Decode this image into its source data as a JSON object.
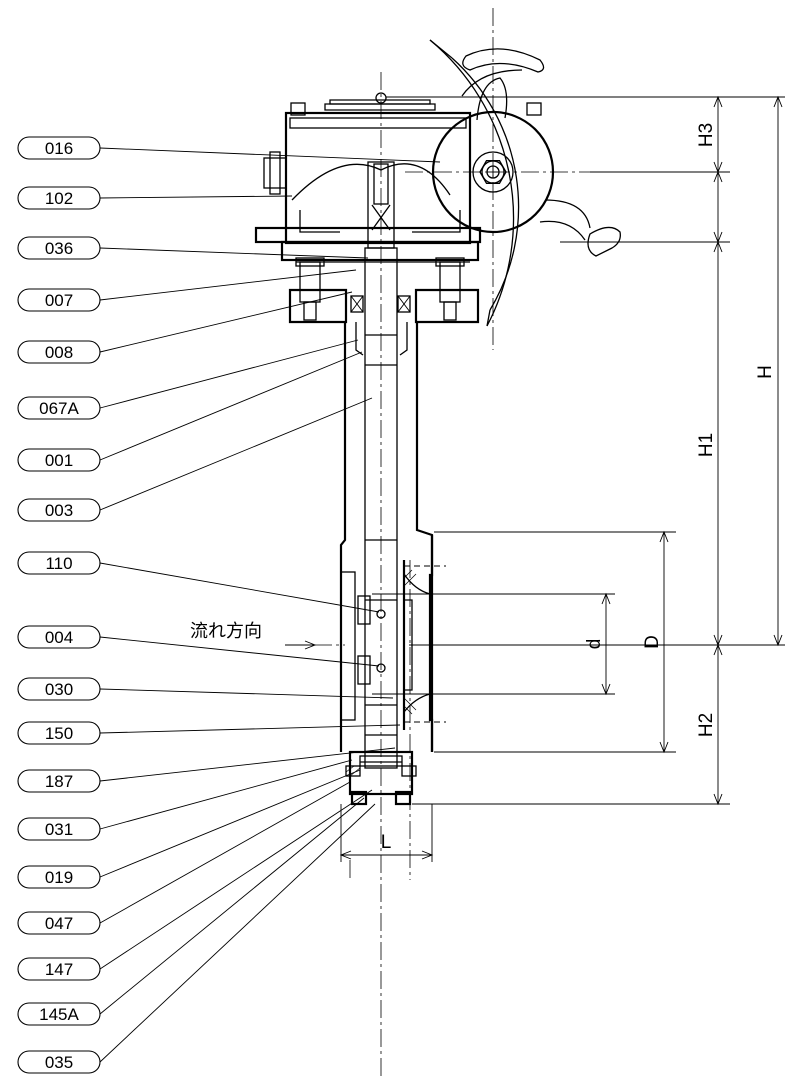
{
  "part_labels": [
    "016",
    "102",
    "036",
    "007",
    "008",
    "067A",
    "001",
    "003",
    "110",
    "004",
    "030",
    "150",
    "187",
    "031",
    "019",
    "047",
    "147",
    "145A",
    "035"
  ],
  "dimension_labels": {
    "H3": "H3",
    "H": "H",
    "H1": "H1",
    "H2": "H2",
    "D": "D",
    "d": "d",
    "L": "L"
  },
  "flow_direction": "流れ方向"
}
